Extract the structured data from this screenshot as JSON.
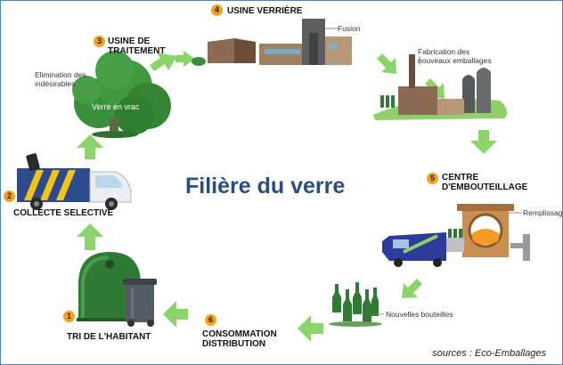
{
  "title": "Filière du verre",
  "source": "sources : Eco-Emballages",
  "steps": [
    {
      "number": "1",
      "label": "TRI DE L'HABITANT"
    },
    {
      "number": "2",
      "label": "COLLECTE SELECTIVE"
    },
    {
      "number": "3",
      "label_line1": "USINE DE",
      "label_line2": "TRAITEMENT"
    },
    {
      "number": "4",
      "label": "USINE VERRIÈRE"
    },
    {
      "number": "5",
      "label_line1": "CENTRE",
      "label_line2": "D'EMBOUTEILLAGE"
    },
    {
      "number": "6",
      "label_line1": "CONSOMMATION",
      "label_line2": "DISTRIBUTION"
    }
  ],
  "captions": {
    "elimination_line1": "Elimination des",
    "elimination_line2": "indésirables",
    "verre_en_vrac": "Verre en vrac",
    "fusion": "Fusion",
    "fabrication_line1": "Fabrication des",
    "fabrication_line2": "nouveaux emballages",
    "remplissage": "Remplissage",
    "nouvelles_bouteilles": "Nouvelles bouteilles"
  },
  "colors": {
    "arrow": "#8bd46a",
    "title": "#2a4d84",
    "badge": "#f4a21c",
    "glass_green": "#2f7a34",
    "border": "#4c86c8"
  }
}
